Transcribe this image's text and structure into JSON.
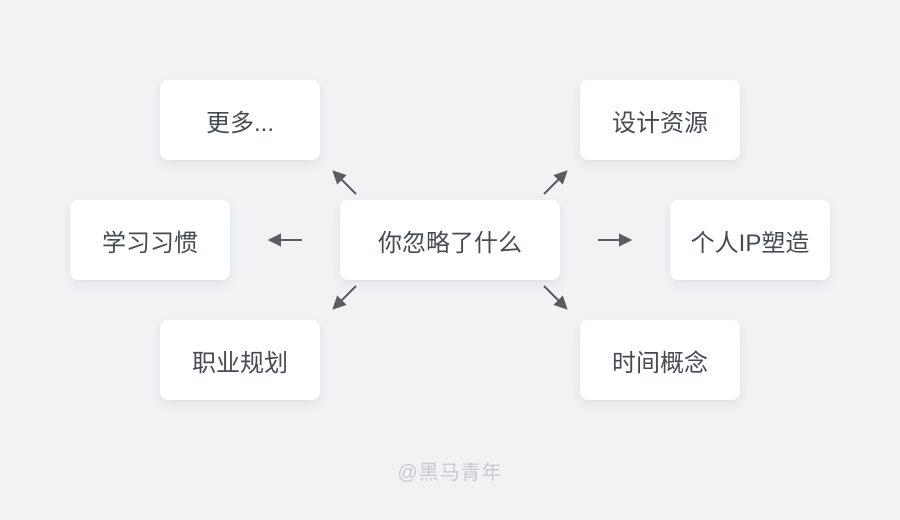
{
  "diagram": {
    "center_label": "你忽略了什么",
    "nodes": {
      "more": "更多...",
      "design_resources": "设计资源",
      "study_habits": "学习习惯",
      "personal_ip": "个人IP塑造",
      "career_planning": "职业规划",
      "time_concept": "时间概念"
    },
    "arrows": [
      {
        "name": "arrow-up-left-icon",
        "direction": "up-left",
        "from": "center",
        "to": "more"
      },
      {
        "name": "arrow-up-right-icon",
        "direction": "up-right",
        "from": "center",
        "to": "design_resources"
      },
      {
        "name": "arrow-left-icon",
        "direction": "left",
        "from": "center",
        "to": "study_habits"
      },
      {
        "name": "arrow-right-icon",
        "direction": "right",
        "from": "center",
        "to": "personal_ip"
      },
      {
        "name": "arrow-down-left-icon",
        "direction": "down-left",
        "from": "center",
        "to": "career_planning"
      },
      {
        "name": "arrow-down-right-icon",
        "direction": "down-right",
        "from": "center",
        "to": "time_concept"
      }
    ],
    "watermark": "@黑马青年"
  },
  "colors": {
    "background": "#f1f2f4",
    "card": "#ffffff",
    "card_text": "#454b54",
    "arrow": "#595d63",
    "watermark": "#c8cacd"
  }
}
